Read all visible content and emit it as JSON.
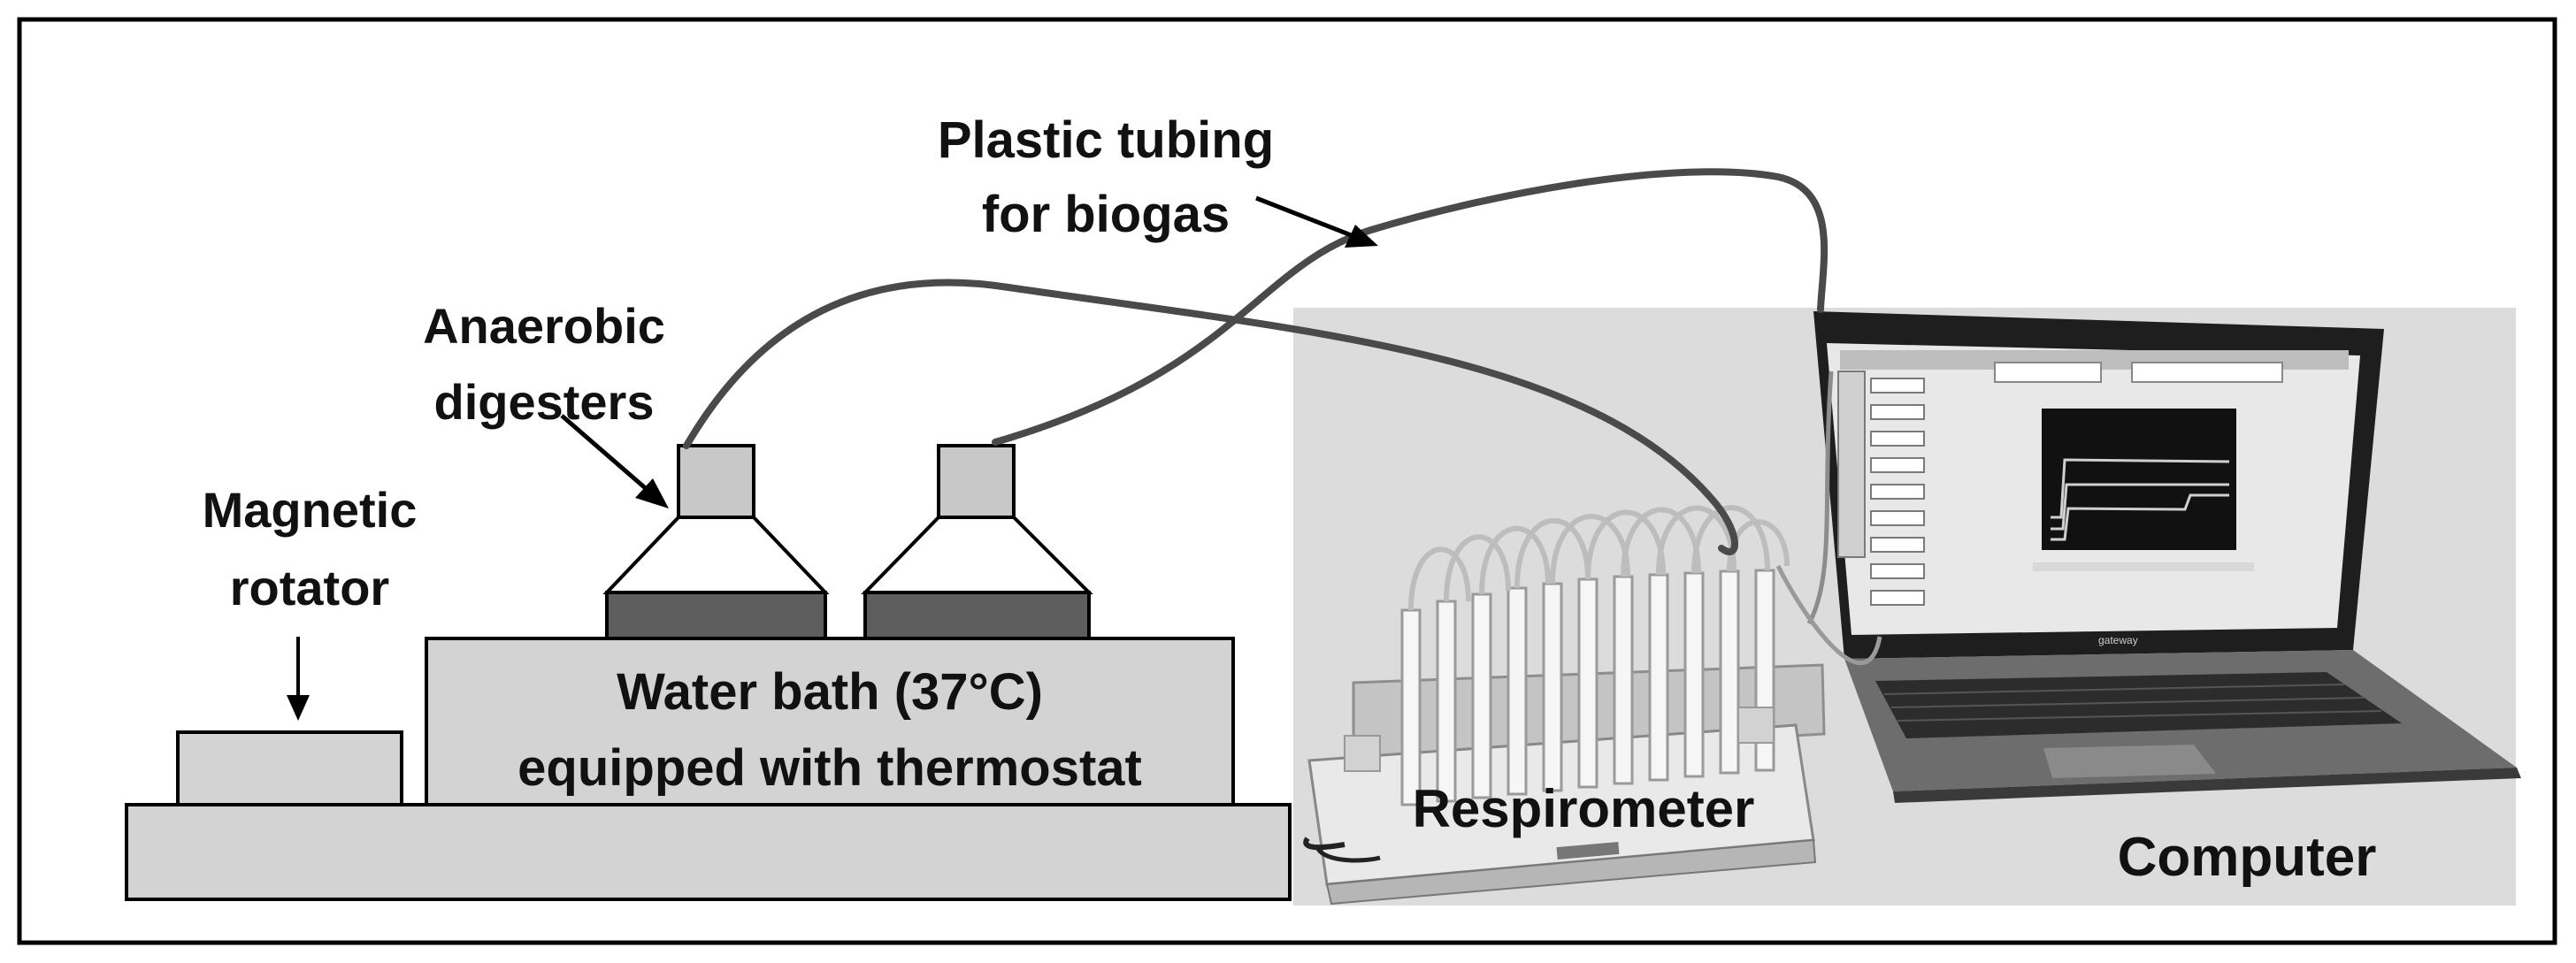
{
  "labels": {
    "plastic_tubing_line1": "Plastic tubing",
    "plastic_tubing_line2": "for biogas",
    "anaerobic_line1": "Anaerobic",
    "anaerobic_line2": "digesters",
    "magnetic_line1": "Magnetic",
    "magnetic_line2": "rotator",
    "water_bath_line1": "Water bath (37°C)",
    "water_bath_line2": "equipped with thermostat",
    "respirometer": "Respirometer",
    "computer": "Computer"
  },
  "colors": {
    "box_fill": "#d3d3d3",
    "flask_base": "#5e5e5e",
    "tube": "#4a4a4a",
    "photo_bg": "#dcdcdc",
    "outline": "#000000"
  }
}
